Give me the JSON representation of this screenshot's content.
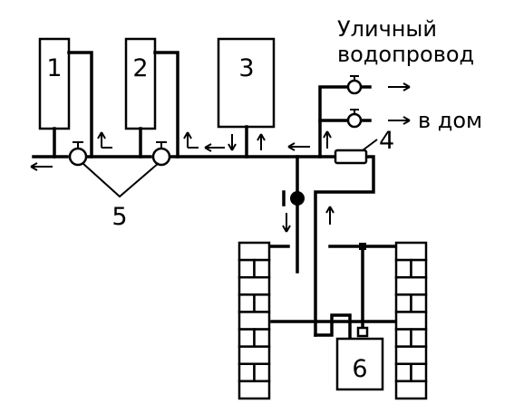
{
  "labels": {
    "tank1": "1",
    "tank2": "2",
    "tank3": "3",
    "meter": "4",
    "valves": "5",
    "pump": "6",
    "street_line1": "Уличный",
    "street_line2": "водопровод",
    "to_house": "в дом"
  },
  "icons": [
    "valve-icon",
    "check-valve-icon",
    "arrow-left-icon",
    "arrow-right-icon",
    "arrow-up-icon",
    "arrow-down-icon",
    "brick-wall-icon"
  ]
}
